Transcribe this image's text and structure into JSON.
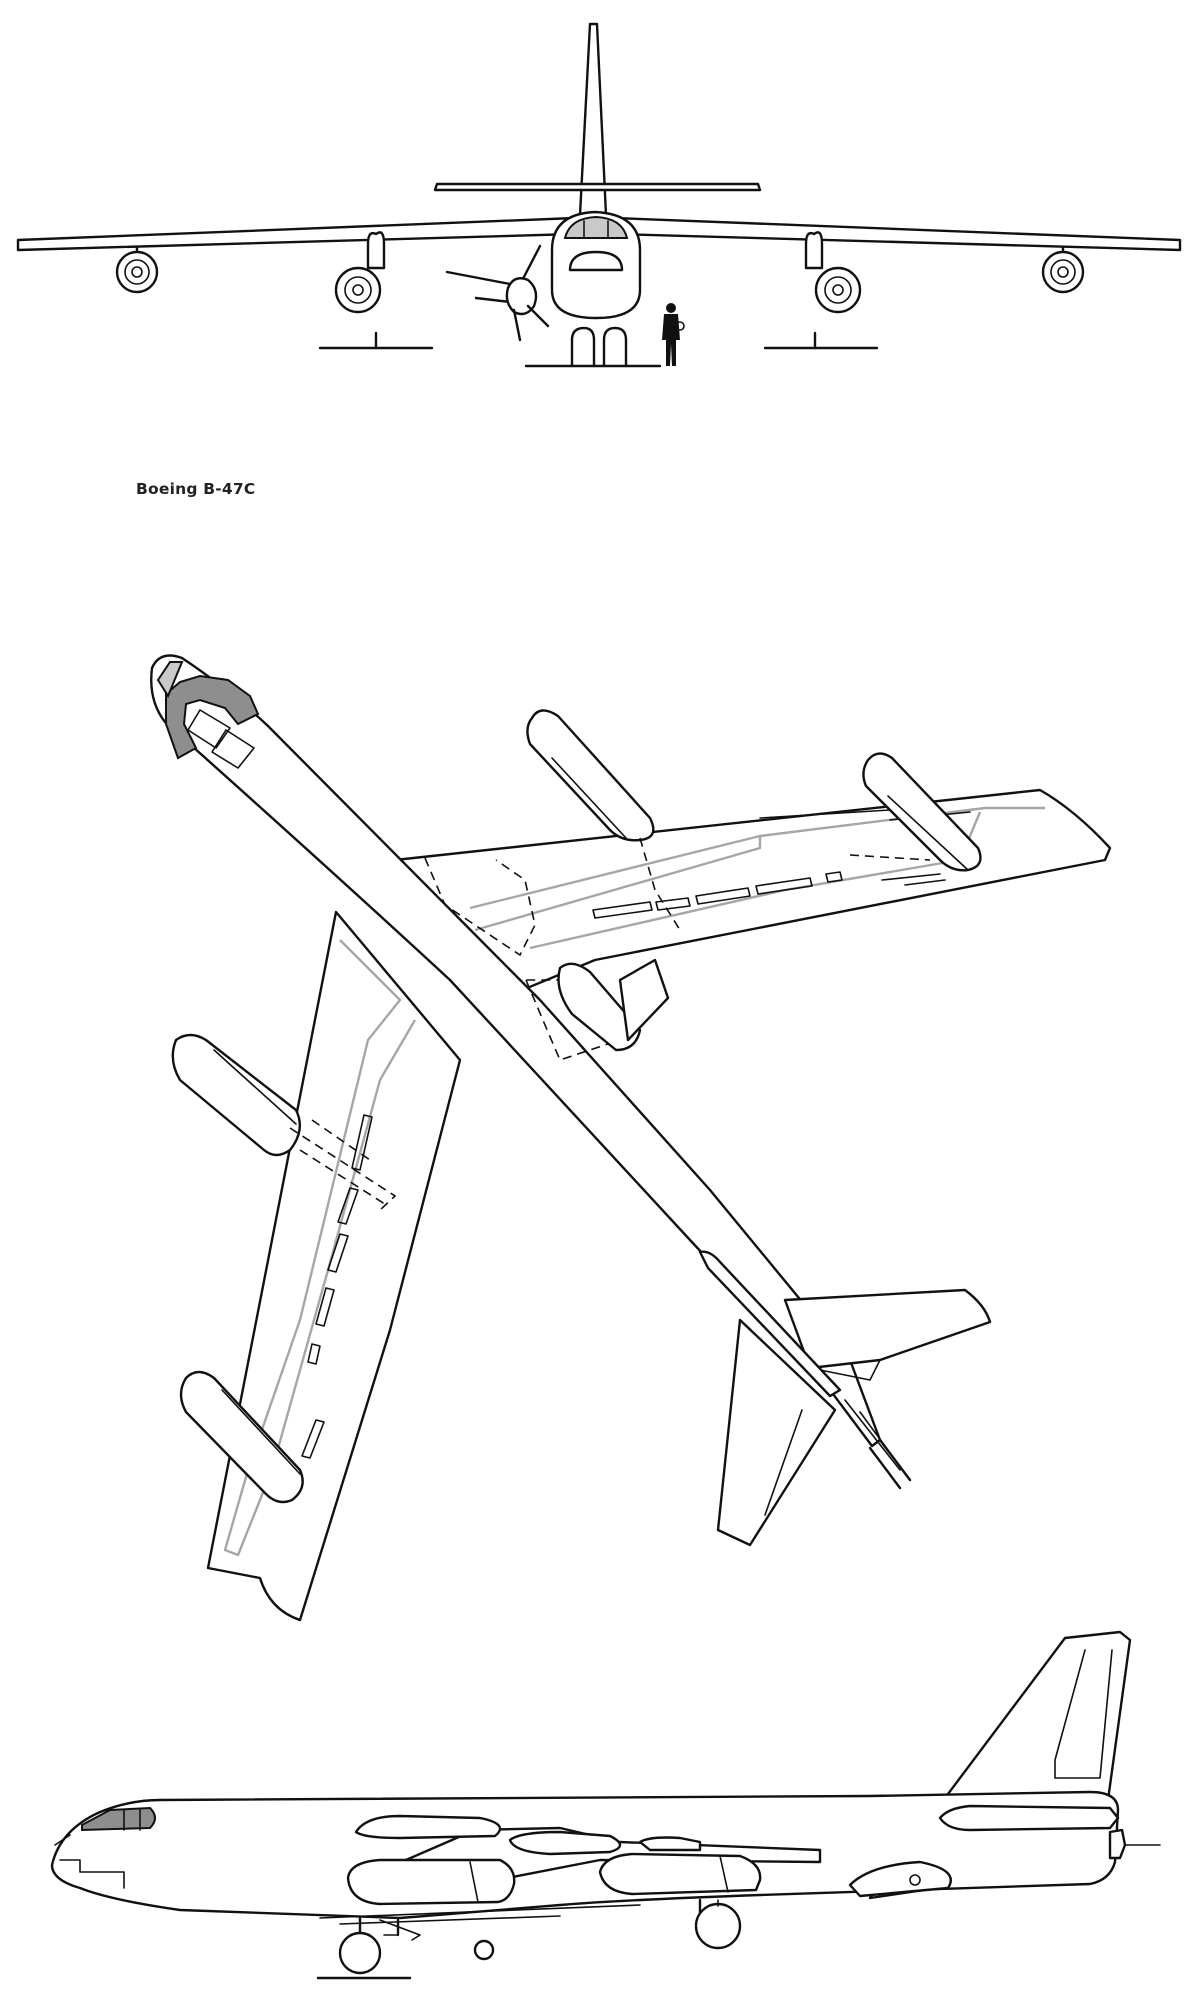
{
  "caption": "Boeing B-47C",
  "views": [
    {
      "name": "front-view"
    },
    {
      "name": "top-view"
    },
    {
      "name": "side-view"
    }
  ],
  "colors": {
    "line": "#111111",
    "structure": "#a6a6a6",
    "glazing": "#8e8e8e",
    "background": "#ffffff"
  }
}
